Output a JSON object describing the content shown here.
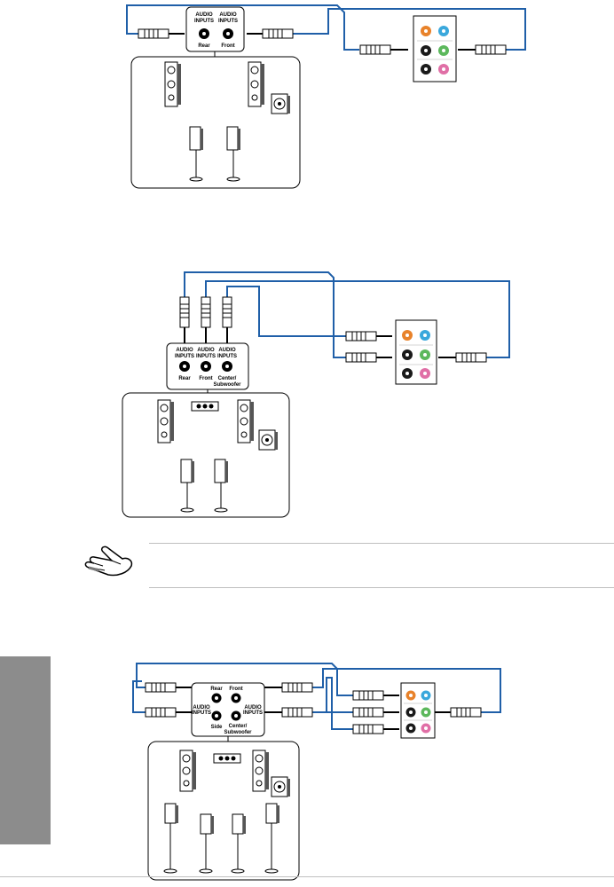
{
  "diagrams": [
    {
      "id": "d1",
      "labels": {
        "audio_inputs": [
          "AUDIO",
          "INPUTS"
        ],
        "rear": "Rear",
        "front": "Front"
      }
    },
    {
      "id": "d2",
      "labels": {
        "audio_inputs": [
          "AUDIO",
          "INPUTS"
        ],
        "rear": "Rear",
        "front": "Front",
        "center_sub": [
          "Center/",
          "Subwoofer"
        ]
      }
    },
    {
      "id": "d3",
      "labels": {
        "audio_inputs": [
          "AUDIO",
          "INPUTS"
        ],
        "rear": "Rear",
        "front": "Front",
        "side": "Side",
        "center_sub": [
          "Center/",
          "Subwoofer"
        ]
      }
    }
  ],
  "colors": {
    "cable": "#1f5fa8",
    "jack_orange": "#e8822a",
    "jack_blue": "#3aa8dc",
    "jack_black": "#1a1a1a",
    "jack_green": "#5cb85c",
    "jack_gray": "#9a9a9a",
    "jack_pink": "#e06fa6",
    "side_tab": "#8c8c8c"
  },
  "icons": {
    "note": "hand-note-icon"
  }
}
